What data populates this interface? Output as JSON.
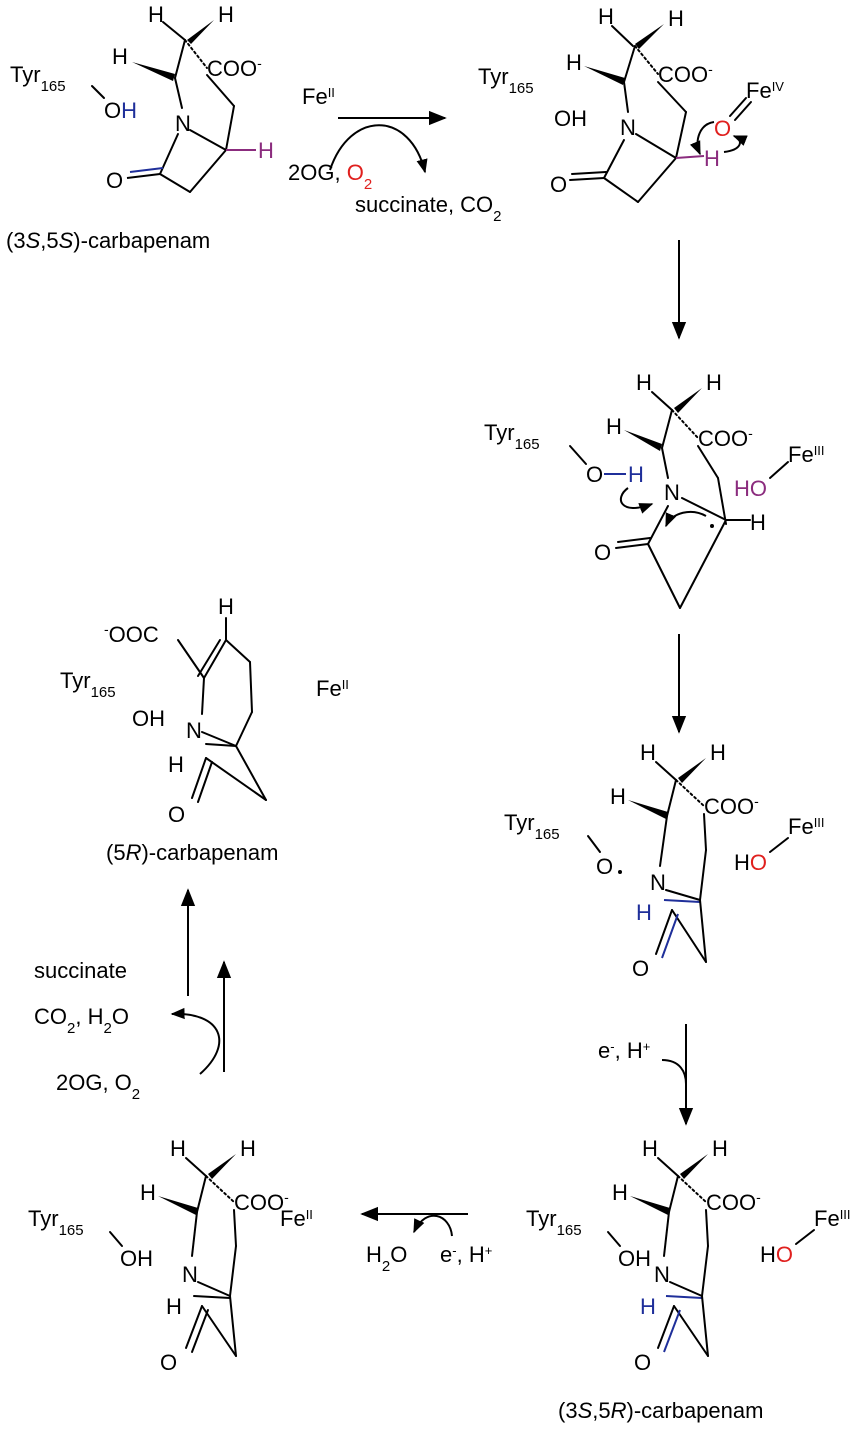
{
  "colors": {
    "blue": "#1f2f9a",
    "red": "#e0201e",
    "purple": "#8b2c7e",
    "black": "#000000"
  },
  "common": {
    "H": "H",
    "N": "N",
    "O": "O",
    "COO": "COO",
    "minus": "-",
    "tyr": "Tyr",
    "tyr_sub": "165",
    "OH": "OH",
    "HO": "HO",
    "OOC": "OOC",
    "Fe": "Fe",
    "fe2": "II",
    "fe3": "III",
    "fe4": "IV"
  },
  "names": {
    "s1": "(3S,5S)-carbapenam",
    "s1_parts": [
      "(3",
      "S",
      ",5",
      "S",
      ")-carbapenam"
    ],
    "s5": "(3S,5R)-carbapenam",
    "s5_parts": [
      "(3",
      "S",
      ",5",
      "R",
      ")-carbapenam"
    ],
    "s7": "(5R)-carbapenam",
    "s7_parts": [
      "(5",
      "R",
      ")-carbapenam"
    ]
  },
  "reagents": {
    "step1_top": "Fe",
    "step1_top_sup": "II",
    "step1_in": "2OG, ",
    "step1_in_o2": "O",
    "step1_in_o2_sub": "2",
    "step1_out": "succinate, CO",
    "step1_out_sub": "2",
    "step4": "e",
    "step4_sup": "-",
    "step4_b": ", H",
    "step4_b_sup": "+",
    "step5_in": "e",
    "step5_in_sup": "-",
    "step5_in_b": ", H",
    "step5_in_b_sup": "+",
    "step5_out": "H",
    "step5_out_sub": "2",
    "step5_out_b": "O",
    "step6_out_1": "succinate",
    "step6_out_2": "CO",
    "step6_out_2_sub": "2",
    "step6_out_2b": ", H",
    "step6_out_2b_sub": "2",
    "step6_out_2c": "O",
    "step6_in": "2OG, O",
    "step6_in_sub": "2"
  }
}
